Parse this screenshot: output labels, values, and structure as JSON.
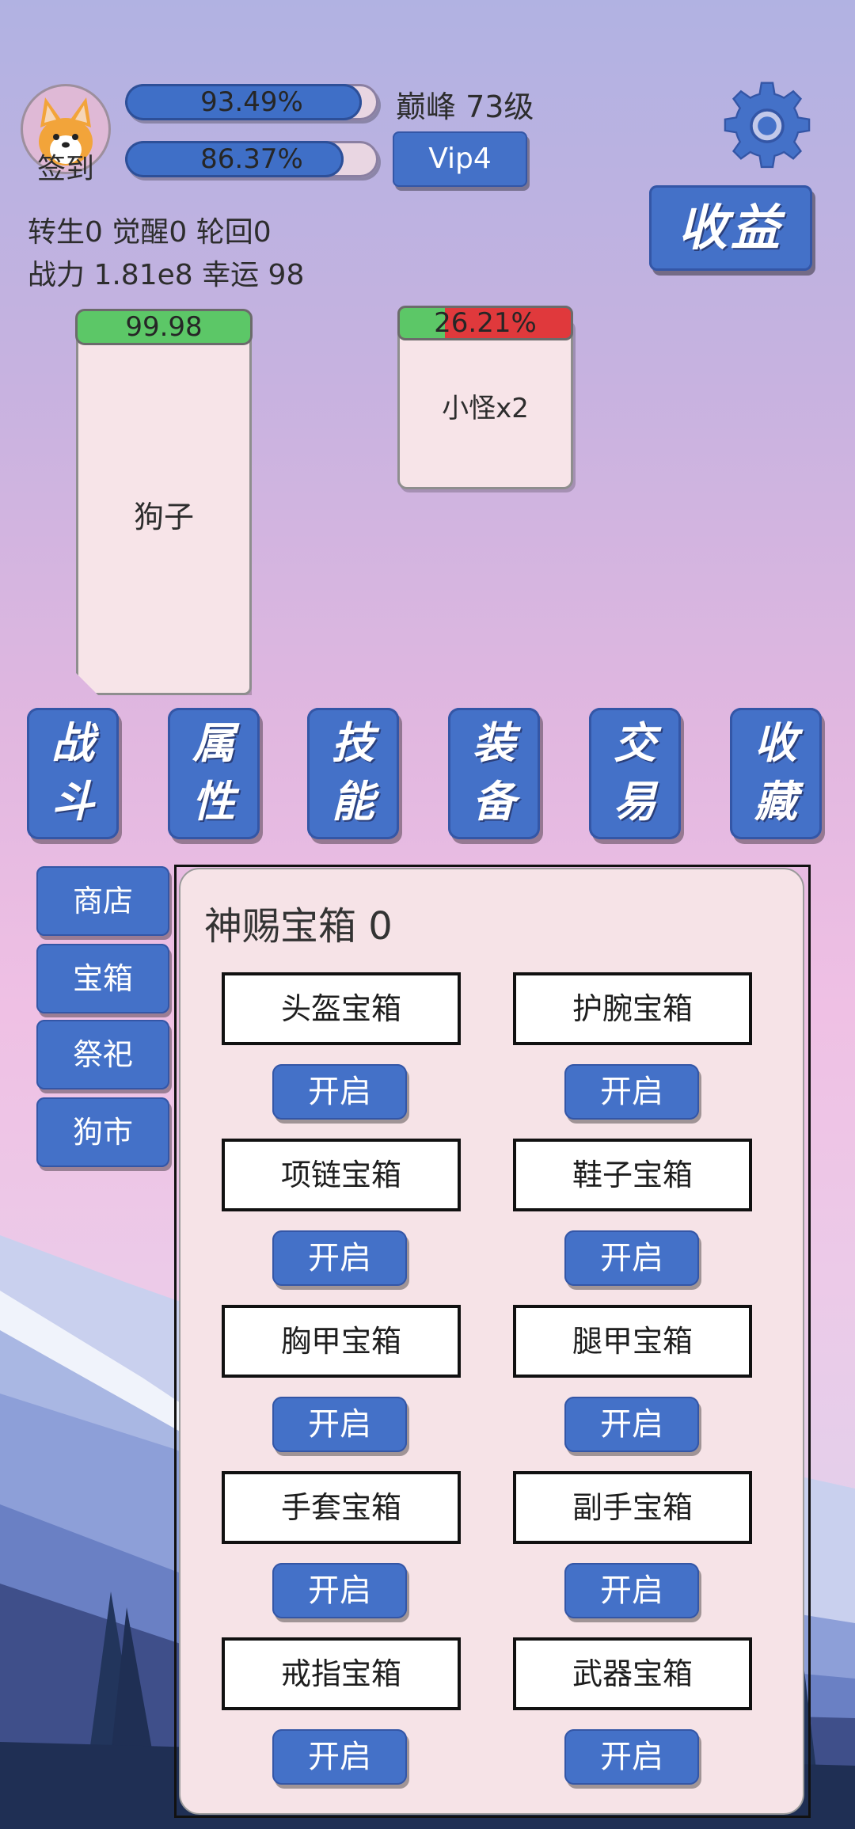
{
  "header": {
    "avatar_label": "签到",
    "exp_bar": {
      "text": "93.49%",
      "fraction": 0.9349
    },
    "second_bar": {
      "text": "86.37%",
      "fraction": 0.8637
    },
    "level_text": "巅峰 73级",
    "vip_label": "Vip4",
    "stats_line1": "转生0 觉醒0 轮回0",
    "stats_line2": "战力 1.81e8  幸运 98",
    "earnings_button": "收益"
  },
  "battle": {
    "player": {
      "hp_text": "99.98",
      "name": "狗子"
    },
    "enemy": {
      "hp_text": "26.21%",
      "hp_fraction": 0.2621,
      "name": "小怪x2"
    }
  },
  "main_nav": [
    {
      "line1": "战",
      "line2": "斗"
    },
    {
      "line1": "属",
      "line2": "性"
    },
    {
      "line1": "技",
      "line2": "能"
    },
    {
      "line1": "装",
      "line2": "备"
    },
    {
      "line1": "交",
      "line2": "易"
    },
    {
      "line1": "收",
      "line2": "藏"
    }
  ],
  "side_tabs": [
    "商店",
    "宝箱",
    "祭祀",
    "狗市"
  ],
  "panel": {
    "title": "神赐宝箱  0",
    "chests": [
      {
        "name": "头盔宝箱",
        "button": "开启"
      },
      {
        "name": "护腕宝箱",
        "button": "开启"
      },
      {
        "name": "项链宝箱",
        "button": "开启"
      },
      {
        "name": "鞋子宝箱",
        "button": "开启"
      },
      {
        "name": "胸甲宝箱",
        "button": "开启"
      },
      {
        "name": "腿甲宝箱",
        "button": "开启"
      },
      {
        "name": "手套宝箱",
        "button": "开启"
      },
      {
        "name": "副手宝箱",
        "button": "开启"
      },
      {
        "name": "戒指宝箱",
        "button": "开启"
      },
      {
        "name": "武器宝箱",
        "button": "开启"
      }
    ]
  },
  "colors": {
    "button_blue": "#4471c8",
    "hp_green": "#5cc767",
    "hp_red": "#e0393c",
    "card_bg": "#f7e4e8"
  }
}
